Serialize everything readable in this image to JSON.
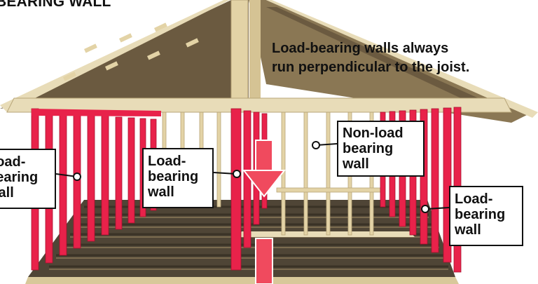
{
  "title": "BEARING WALL",
  "note": {
    "line1": "Load-bearing walls always",
    "line2": "run perpendicular to the joist."
  },
  "labels": {
    "left": [
      "Load-",
      "bearing",
      "wall"
    ],
    "middle": [
      "Load-",
      "bearing",
      "wall"
    ],
    "non_load": [
      "Non-load",
      "bearing",
      "wall"
    ],
    "right": [
      "Load-",
      "bearing",
      "wall"
    ]
  },
  "colors": {
    "load_bearing": "#e8224a",
    "lumber": "#e3d3a6",
    "floor": "#4f4536",
    "roof": "#6b5a40",
    "arrow": "#f04a5e"
  }
}
